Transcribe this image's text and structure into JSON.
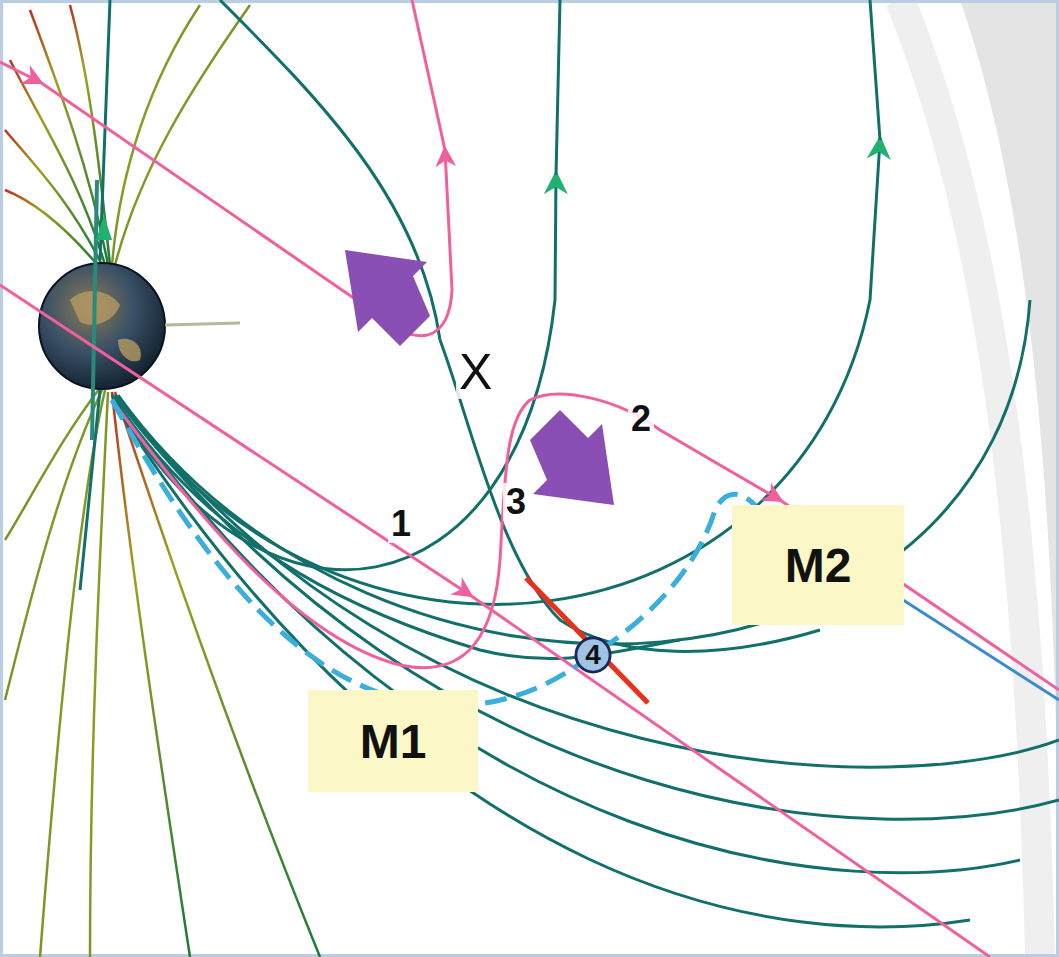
{
  "diagram": {
    "nodes": [
      {
        "text": [
          "M2"
        ]
      },
      {
        "text": [
          "4"
        ]
      },
      {
        "text": [
          "M1"
        ]
      }
    ],
    "labels": [
      "X",
      "2",
      "3",
      "1"
    ]
  }
}
